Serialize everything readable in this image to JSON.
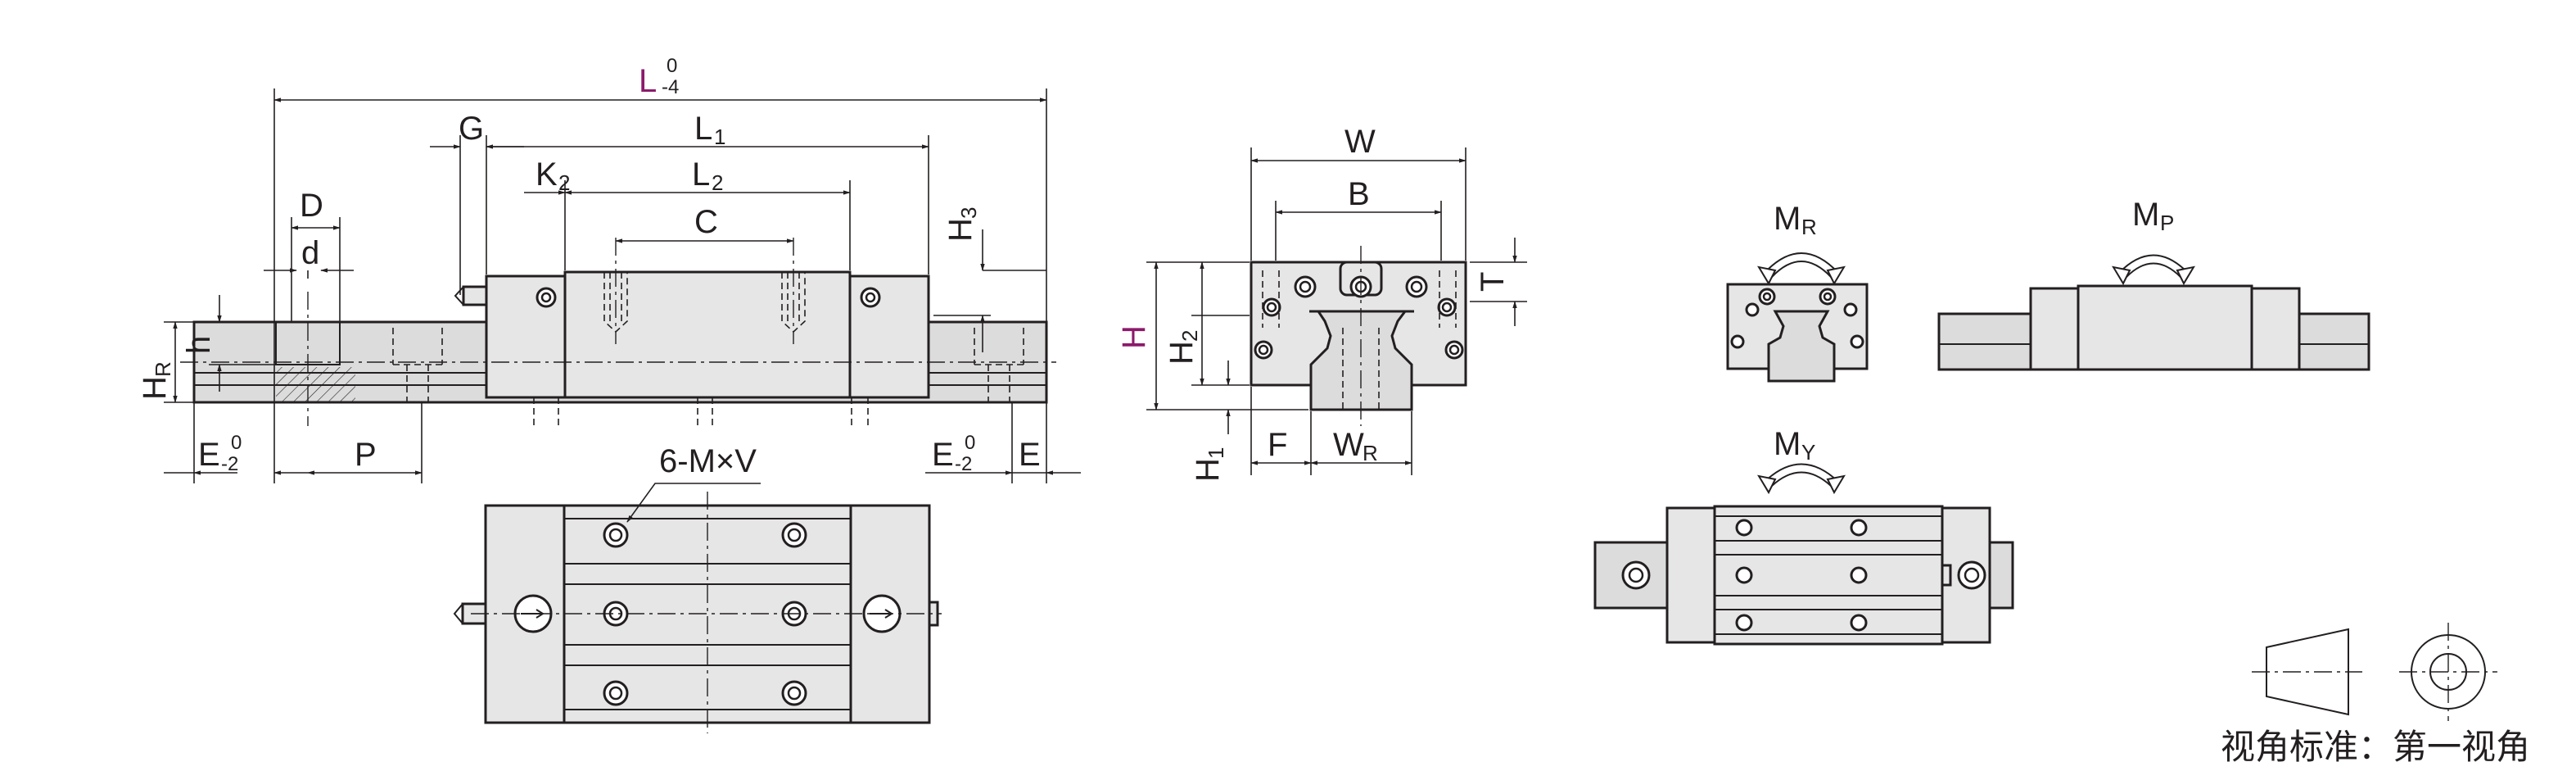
{
  "labels": {
    "L": "L",
    "L_tol_upper": "0",
    "L_tol_lower": "-4",
    "G": "G",
    "L1_main": "L",
    "L1_sub": "1",
    "K2_main": "K",
    "K2_sub": "2",
    "L2_main": "L",
    "L2_sub": "2",
    "C": "C",
    "D": "D",
    "d": "d",
    "H3_main": "H",
    "H3_sub": "3",
    "HR_main": "H",
    "HR_sub": "R",
    "h": "h",
    "E_left": "E",
    "E_left_upper": "0",
    "E_left_lower": "-2",
    "P": "P",
    "E_right": "E",
    "E_right_upper": "0",
    "E_right_lower": "-2",
    "E_single": "E",
    "M_V": "6-M×V",
    "W": "W",
    "B": "B",
    "T": "T",
    "H": "H",
    "H2_main": "H",
    "H2_sub": "2",
    "H1_main": "H",
    "H1_sub": "1",
    "F": "F",
    "WR_main": "W",
    "WR_sub": "R",
    "MR_main": "M",
    "MR_sub": "R",
    "MP_main": "M",
    "MP_sub": "P",
    "MY_main": "M",
    "MY_sub": "Y"
  },
  "caption": "视角标准：第一视角",
  "colors": {
    "line": "#231f20",
    "part_fill": "#e6e6e7",
    "highlight_dim": "#8b1a6b"
  },
  "icons": [
    "projection-cone-icon",
    "projection-circles-icon",
    "moment-arrow-icon"
  ]
}
